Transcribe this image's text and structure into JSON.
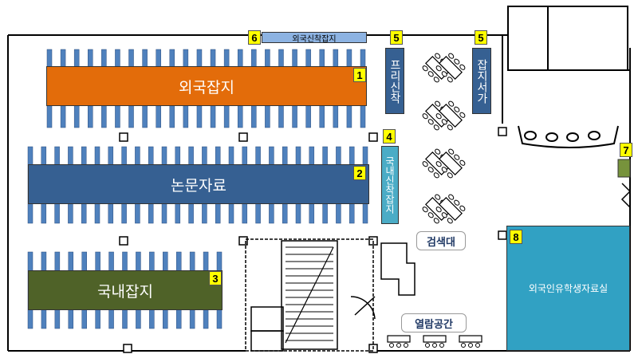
{
  "zones": {
    "foreign_magazines": {
      "label": "외국잡지",
      "number": "1",
      "color": "#e36c0a"
    },
    "theses": {
      "label": "논문자료",
      "number": "2",
      "color": "#366092"
    },
    "domestic_magazines": {
      "label": "국내잡지",
      "number": "3",
      "color": "#4f6228"
    },
    "new_domestic_magazines": {
      "label": "국내신착잡지",
      "number": "4",
      "color": "#4bacc6"
    },
    "free_new_books": {
      "label": "프리신착",
      "number": "5",
      "color": "#366092"
    },
    "magazine_shelf": {
      "label": "잡지서가",
      "number": "5",
      "color": "#366092"
    },
    "new_foreign_magazines": {
      "label": "외국신착잡지",
      "number": "6",
      "color": "#8db3e2"
    },
    "green_area": {
      "number": "7",
      "color": "#77933c"
    },
    "foreign_students_room": {
      "label": "외국인유학생자료실",
      "number": "8",
      "color": "#31a1c3"
    }
  },
  "labels": {
    "search_desk": "검색대",
    "reading_space": "열람공간"
  },
  "colors": {
    "shelf_blue": "#4f81bd",
    "wall": "#000000",
    "badge": "#ffff00"
  }
}
